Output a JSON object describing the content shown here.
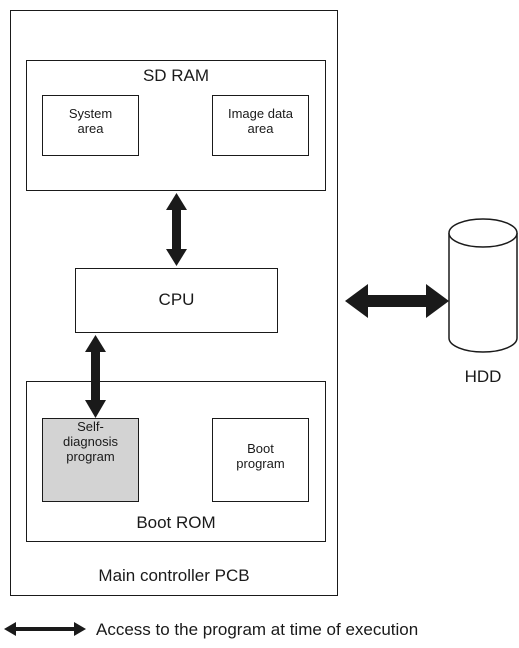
{
  "pcb": {
    "label": "Main controller PCB"
  },
  "sdram": {
    "label": "SD RAM",
    "system_area": "System\narea",
    "image_area": "Image data\narea"
  },
  "cpu": {
    "label": "CPU"
  },
  "bootrom": {
    "label": "Boot ROM",
    "self_diag": "Self-\ndiagnosis\nprogram",
    "boot_program": "Boot\nprogram"
  },
  "hdd": {
    "label": "HDD"
  },
  "legend": {
    "text": "Access to the program at time of execution"
  },
  "colors": {
    "stroke": "#1a1a1a",
    "self_diag_fill": "#d3d3d3"
  }
}
